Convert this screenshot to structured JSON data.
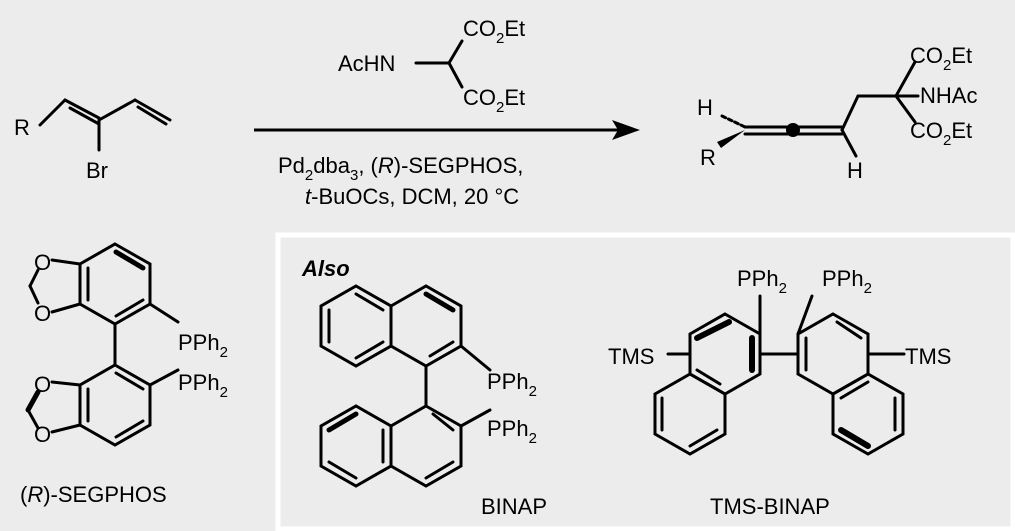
{
  "reaction": {
    "substrate": {
      "r_label": "R",
      "br_label": "Br"
    },
    "reagent": {
      "ac_label": "AcHN",
      "ester_top": {
        "main": "CO",
        "sub": "2",
        "tail": "Et"
      },
      "ester_bottom": {
        "main": "CO",
        "sub": "2",
        "tail": "Et"
      }
    },
    "conditions": {
      "line1": {
        "pd": "Pd",
        "pd_sub": "2",
        "dba": "dba",
        "dba_sub": "3",
        "sep": ", (",
        "config": "R",
        "ligand": ")-SEGPHOS,"
      },
      "line2": {
        "tbu": "t",
        "rest": "-BuOCs, DCM, 20 °C"
      }
    },
    "product": {
      "h_top": "H",
      "r_label": "R",
      "h_bottom": "H",
      "ester_top": {
        "main": "CO",
        "sub": "2",
        "tail": "Et"
      },
      "nhac": "NHAc",
      "ester_bottom": {
        "main": "CO",
        "sub": "2",
        "tail": "Et"
      }
    }
  },
  "ligands": {
    "segphos": {
      "pph2_top": {
        "main": "PPh",
        "sub": "2"
      },
      "pph2_bottom": {
        "main": "PPh",
        "sub": "2"
      },
      "o_labels": [
        "O",
        "O",
        "O",
        "O"
      ],
      "caption": {
        "open": "(",
        "config": "R",
        "rest": ")-SEGPHOS"
      }
    },
    "also_panel": {
      "heading": "Also",
      "binap": {
        "pph2_top": {
          "main": "PPh",
          "sub": "2"
        },
        "pph2_bottom": {
          "main": "PPh",
          "sub": "2"
        },
        "caption": "BINAP"
      },
      "tms_binap": {
        "pph2_left": {
          "main": "PPh",
          "sub": "2"
        },
        "pph2_right": {
          "main": "PPh",
          "sub": "2"
        },
        "tms_left": "TMS",
        "tms_right": "TMS",
        "caption": "TMS-BINAP"
      }
    }
  }
}
